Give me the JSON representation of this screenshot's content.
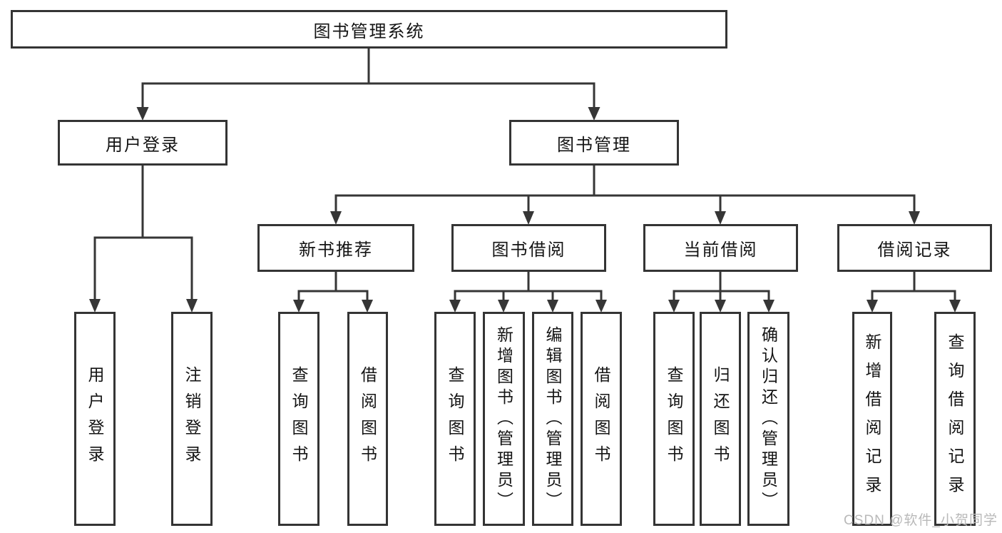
{
  "tree": {
    "root": {
      "label": "图书管理系统",
      "children": [
        {
          "label": "用户登录",
          "children": [
            {
              "label": "用户登录"
            },
            {
              "label": "注销登录"
            }
          ]
        },
        {
          "label": "图书管理",
          "children": [
            {
              "label": "新书推荐",
              "children": [
                {
                  "label": "查询图书"
                },
                {
                  "label": "借阅图书"
                }
              ]
            },
            {
              "label": "图书借阅",
              "children": [
                {
                  "label": "查询图书"
                },
                {
                  "label": "新增图书（管理员）"
                },
                {
                  "label": "编辑图书（管理员）"
                },
                {
                  "label": "借阅图书"
                }
              ]
            },
            {
              "label": "当前借阅",
              "children": [
                {
                  "label": "查询图书"
                },
                {
                  "label": "归还图书"
                },
                {
                  "label": "确认归还（管理员）"
                }
              ]
            },
            {
              "label": "借阅记录",
              "children": [
                {
                  "label": "新增借阅记录"
                },
                {
                  "label": "查询借阅记录"
                }
              ]
            }
          ]
        }
      ]
    }
  },
  "watermark": "CSDN @软件_小贺同学",
  "colors": {
    "line": "#363636",
    "box_border": "#343434",
    "text": "#141414",
    "background": "#ffffff",
    "watermark": "#b9b9b9"
  }
}
